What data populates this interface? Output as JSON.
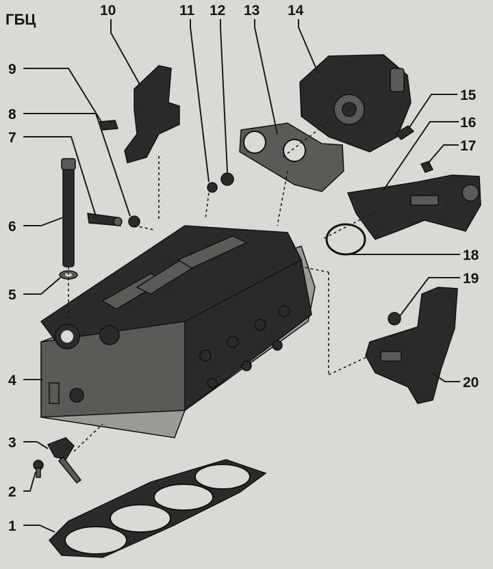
{
  "diagram": {
    "title": "ГБЦ",
    "callouts": [
      "1",
      "2",
      "3",
      "4",
      "5",
      "6",
      "7",
      "8",
      "9",
      "10",
      "11",
      "12",
      "13",
      "14",
      "15",
      "16",
      "17",
      "18",
      "19",
      "20"
    ]
  },
  "colors": {
    "background": "#d9d9d6",
    "ink": "#151515",
    "part_dark": "#2b2b2b",
    "part_mid": "#5a5a58"
  }
}
